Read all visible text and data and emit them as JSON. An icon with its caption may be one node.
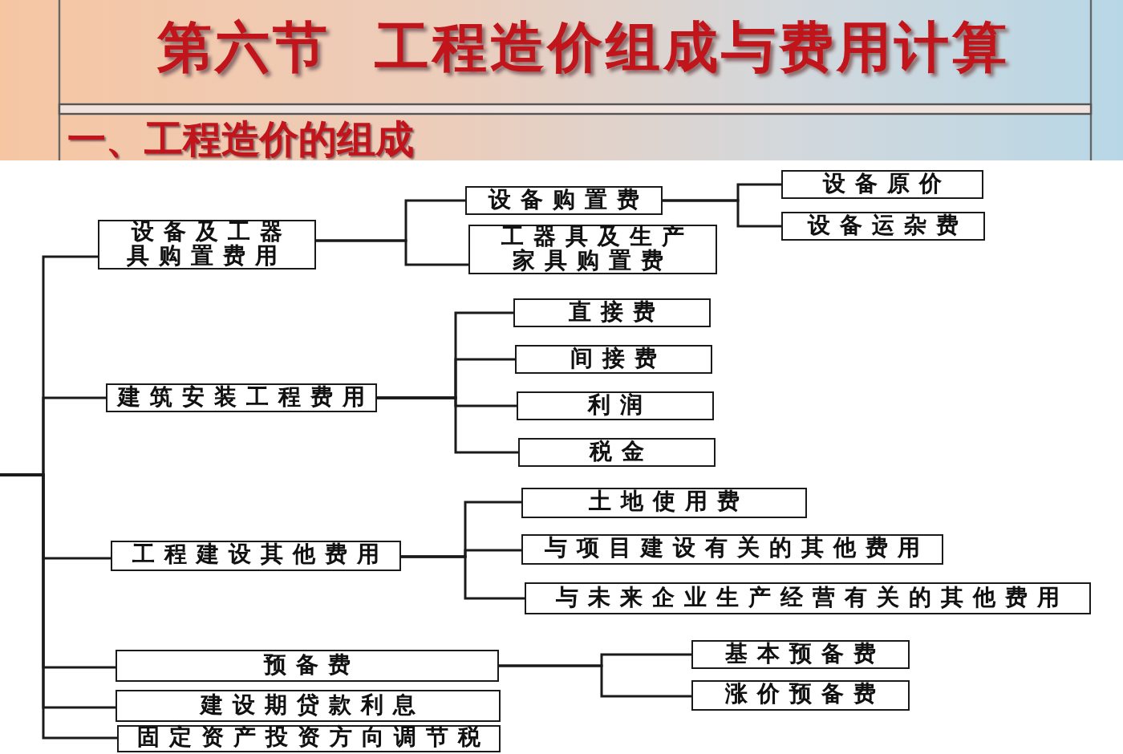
{
  "diagram": {
    "title": "第六节  工程造价组成与费用计算",
    "nodes": [
      {
        "text": [
          "设备及工器具购置费用"
        ]
      },
      {
        "text": [
          "设备购置费"
        ]
      },
      {
        "text": [
          "设备原价"
        ]
      },
      {
        "text": [
          "设备运杂费"
        ]
      },
      {
        "text": [
          "工器具及生产家具购置费"
        ]
      },
      {
        "text": [
          "建筑安装工程费用"
        ]
      },
      {
        "text": [
          "直接费"
        ]
      },
      {
        "text": [
          "间接费"
        ]
      },
      {
        "text": [
          "利润"
        ]
      },
      {
        "text": [
          "税金"
        ]
      },
      {
        "text": [
          "工程建设其他费用"
        ]
      },
      {
        "text": [
          "土地使用费"
        ]
      },
      {
        "text": [
          "与项目建设有关的其他费用"
        ]
      },
      {
        "text": [
          "与未来企业生产经营有关的其他费用"
        ]
      },
      {
        "text": [
          "预备费"
        ]
      },
      {
        "text": [
          "基本预备费"
        ]
      },
      {
        "text": [
          "涨价预备费"
        ]
      },
      {
        "text": [
          "建设期贷款利息"
        ]
      },
      {
        "text": [
          "固定资产投资方向调节税"
        ]
      }
    ],
    "edges": [
      {
        "from": null,
        "to": 0,
        "arrow": "none"
      },
      {
        "from": null,
        "to": 5,
        "arrow": "none"
      },
      {
        "from": null,
        "to": 10,
        "arrow": "none"
      },
      {
        "from": null,
        "to": 14,
        "arrow": "none"
      },
      {
        "from": null,
        "to": 17,
        "arrow": "none"
      },
      {
        "from": null,
        "to": 18,
        "arrow": "none"
      },
      {
        "from": 0,
        "to": 1,
        "arrow": "none"
      },
      {
        "from": 0,
        "to": 4,
        "arrow": "none"
      },
      {
        "from": 1,
        "to": 2,
        "arrow": "none"
      },
      {
        "from": 1,
        "to": 3,
        "arrow": "none"
      },
      {
        "from": 5,
        "to": 6,
        "arrow": "none"
      },
      {
        "from": 5,
        "to": 7,
        "arrow": "none"
      },
      {
        "from": 5,
        "to": 8,
        "arrow": "none"
      },
      {
        "from": 5,
        "to": 9,
        "arrow": "none"
      },
      {
        "from": 10,
        "to": 11,
        "arrow": "none"
      },
      {
        "from": 10,
        "to": 12,
        "arrow": "none"
      },
      {
        "from": 10,
        "to": 13,
        "arrow": "none"
      },
      {
        "from": 14,
        "to": 15,
        "arrow": "none"
      },
      {
        "from": 14,
        "to": 16,
        "arrow": "none"
      }
    ],
    "labels": [
      "一、工程造价的组成"
    ]
  }
}
